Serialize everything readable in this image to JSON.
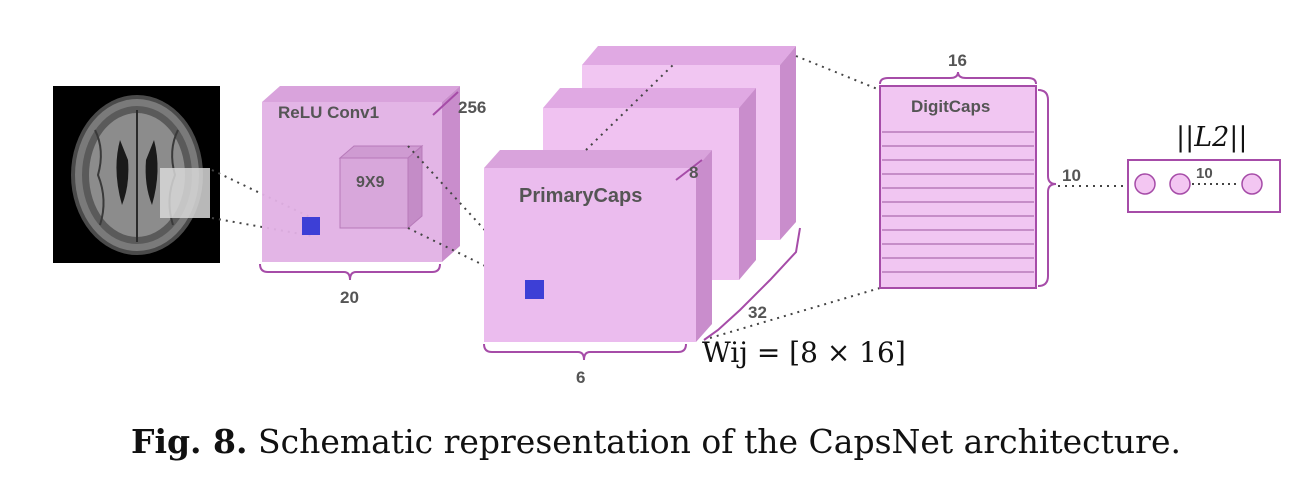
{
  "diagram": {
    "relu_label": "ReLU Conv1",
    "relu_depth": "256",
    "relu_width": "20",
    "kernel_label": "9X9",
    "primary_label": "PrimaryCaps",
    "primary_depth": "8",
    "primary_width": "6",
    "primary_count": "32",
    "digit_label": "DigitCaps",
    "digit_width": "16",
    "digit_height": "10",
    "output_count": "10",
    "output_norm": "||L2||",
    "weight_label": "Wij = [8 × 16]"
  },
  "caption": {
    "figure_number": "Fig. 8.",
    "text": " Schematic representation of the CapsNet architecture."
  },
  "colors": {
    "box_fill": "#e8b8ea",
    "box_edge": "#a64ca8",
    "kernel_blue": "#3d3fd6"
  }
}
